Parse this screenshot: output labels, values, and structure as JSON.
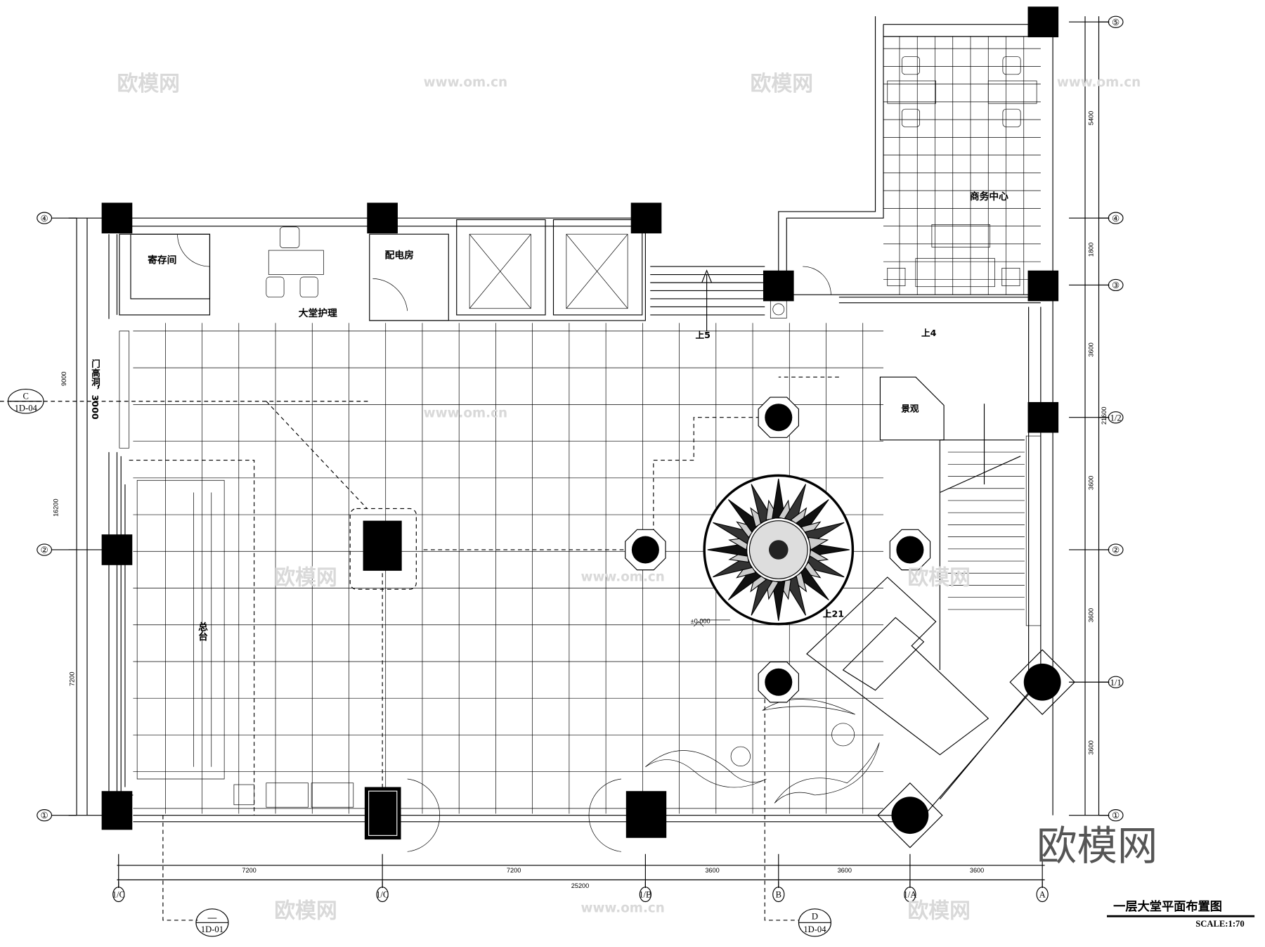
{
  "drawing": {
    "title": "一层大堂平面布置图",
    "scale": "SCALE:1:70",
    "watermark_logo": "欧模网",
    "watermark_url": "www.om.cn"
  },
  "rooms": {
    "storage": "寄存间",
    "lobby_care": "大堂护理",
    "power_room": "配电房",
    "business_center": "商务中心",
    "landscape": "景观",
    "front_desk": "总台",
    "door_note": "门高洞，3000"
  },
  "annotations": {
    "up5": "上5",
    "up4": "上4",
    "up21": "上21",
    "elevation": "±0.000"
  },
  "axes": {
    "left": [
      "④",
      "②",
      "①"
    ],
    "right": [
      "⑤",
      "④",
      "③",
      "1/2",
      "②",
      "1/1",
      "①"
    ],
    "bottom": [
      "1/C",
      "1/C",
      "1/B",
      "B",
      "1/A",
      "A"
    ]
  },
  "dimensions": {
    "left": [
      "9000",
      "16200",
      "7200"
    ],
    "right": [
      "5400",
      "1800",
      "3600",
      "21600",
      "3600",
      "3600",
      "3600"
    ],
    "bottom": [
      "7200",
      "7200",
      "3600",
      "3600",
      "3600"
    ],
    "bottom_total": "25200"
  },
  "section_marks": [
    {
      "id": "C",
      "sheet": "1D-04"
    },
    {
      "id": "—",
      "sheet": "1D-01"
    },
    {
      "id": "D",
      "sheet": "1D-04"
    }
  ]
}
